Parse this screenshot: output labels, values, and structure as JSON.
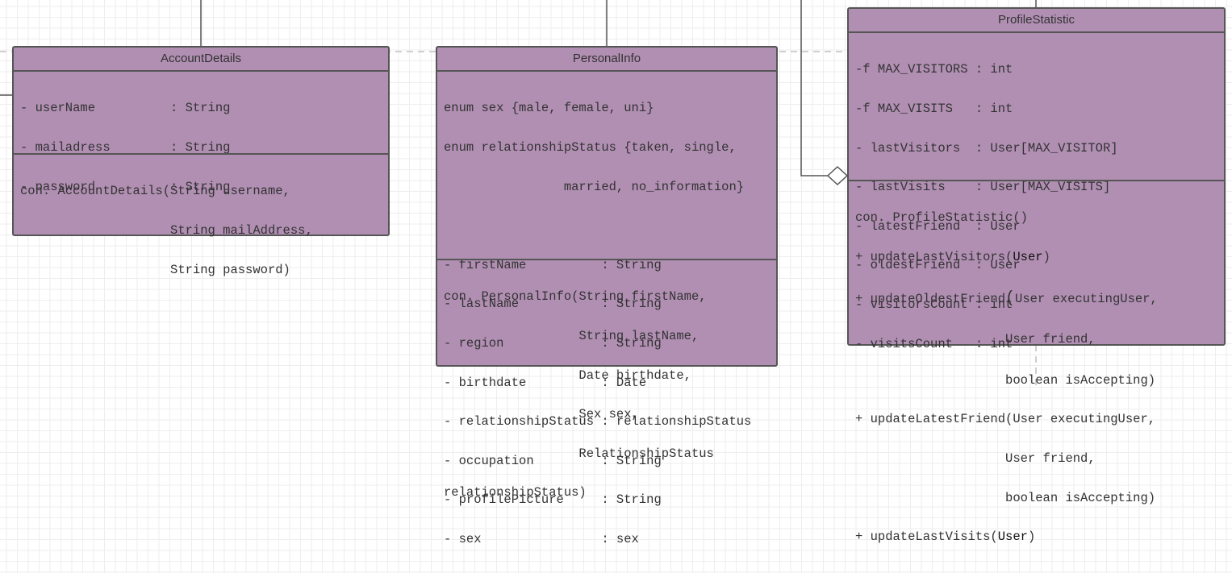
{
  "diagram": {
    "classes": [
      {
        "id": "account",
        "name": "AccountDetails",
        "attributes": [
          "- userName          : String",
          "- mailadress        : String",
          "- password          : String"
        ],
        "methods": [
          "con. AccountDetails(String username,",
          "                    String mailAddress,",
          "                    String password)"
        ]
      },
      {
        "id": "personal",
        "name": "PersonalInfo",
        "attributes": [
          "enum sex {male, female, uni}",
          "enum relationshipStatus {taken, single,",
          "                married, no_information}",
          "",
          "- firstName          : String",
          "- lastName           : String",
          "- region             : String",
          "- birthdate          : Date",
          "- relationshipStatus : relationshipStatus",
          "- occupation         : String",
          "- profilePicture     : String",
          "- sex                : sex"
        ],
        "methods": [
          "con. PersonalInfo(String firstName,",
          "                  String lastName,",
          "                  Date birthdate,",
          "                  Sex sex,",
          "                  RelationshipStatus",
          "relationshipStatus)"
        ]
      },
      {
        "id": "profile",
        "name": "ProfileStatistic",
        "attributes": [
          "-f MAX_VISITORS : int",
          "-f MAX_VISITS   : int",
          "- lastVisitors  : User[MAX_VISITOR]",
          "- lastVisits    : User[MAX_VISITS]",
          "- latestFriend  : User",
          "- oldestFriend  : User",
          "- visitorsCount : int",
          "- visitsCount   : int"
        ],
        "methods": {
          "constructor": "con. ProfileStatistic()",
          "m1_prefix": "+ updateLastVisitors(",
          "m1_type": "User",
          "m1_suffix": ")",
          "m2_prefix": "+ updateOldestFriend",
          "m2_open": "(",
          "m2_rest": "User executingUser,",
          "m2_l2": "                    User friend,",
          "m2_l3": "                    boolean isAccepting)",
          "m3_l1": "+ updateLatestFriend(User executingUser,",
          "m3_l2": "                    User friend,",
          "m3_l3": "                    boolean isAccepting)",
          "m4_prefix": "+ updateLastVisits(",
          "m4_type": "User",
          "m4_suffix": ")"
        }
      }
    ],
    "colors": {
      "class_fill": "#b18fb3",
      "border": "#555555",
      "line": "#555555",
      "dashed": "#cfcfcf"
    }
  }
}
